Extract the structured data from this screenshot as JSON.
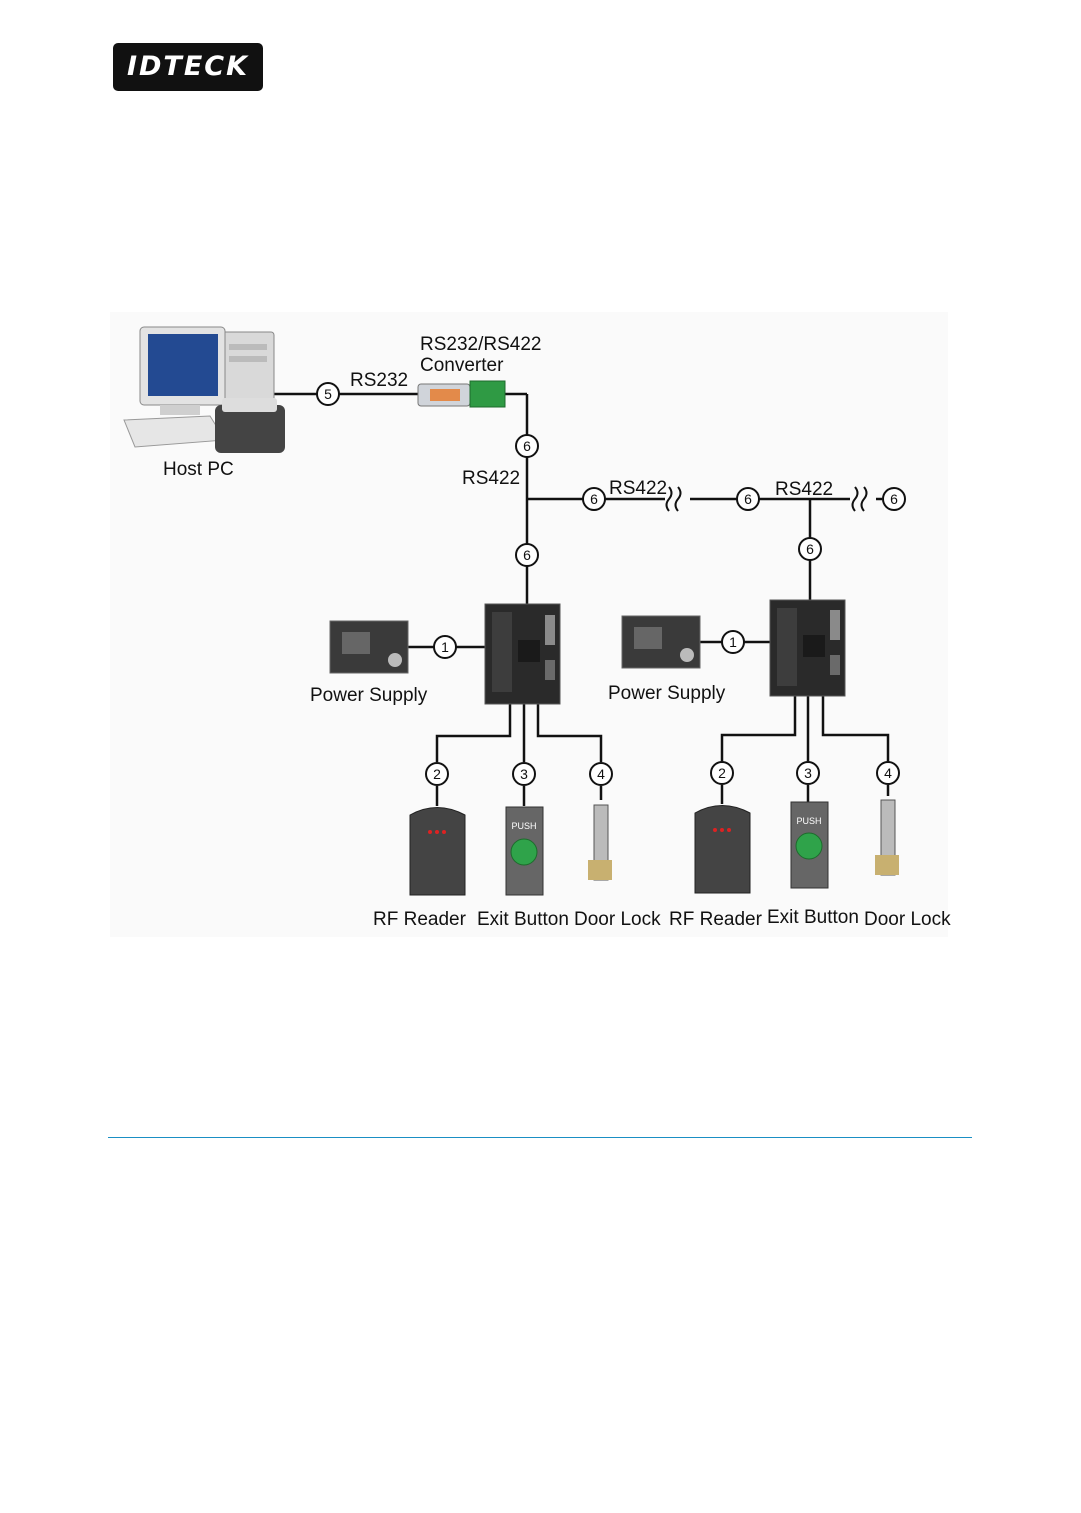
{
  "logo": {
    "text": "IDTECK"
  },
  "diagram": {
    "labels": {
      "host_pc": "Host PC",
      "rs232": "RS232",
      "converter_line1": "RS232/RS422",
      "converter_line2": "Converter",
      "rs422_vertical": "RS422",
      "rs422_bus_1": "RS422",
      "rs422_bus_2": "RS422",
      "power_supply_1": "Power Supply",
      "power_supply_2": "Power Supply",
      "rf_reader_1": "RF Reader",
      "exit_button_1": "Exit Button",
      "door_lock_1": "Door Lock",
      "rf_reader_2": "RF Reader",
      "exit_button_2": "Exit Button",
      "door_lock_2": "Door Lock",
      "push": "PUSH"
    },
    "markers": {
      "m1": "1",
      "m2": "2",
      "m3": "3",
      "m4": "4",
      "m5": "5",
      "m6": "6"
    }
  }
}
